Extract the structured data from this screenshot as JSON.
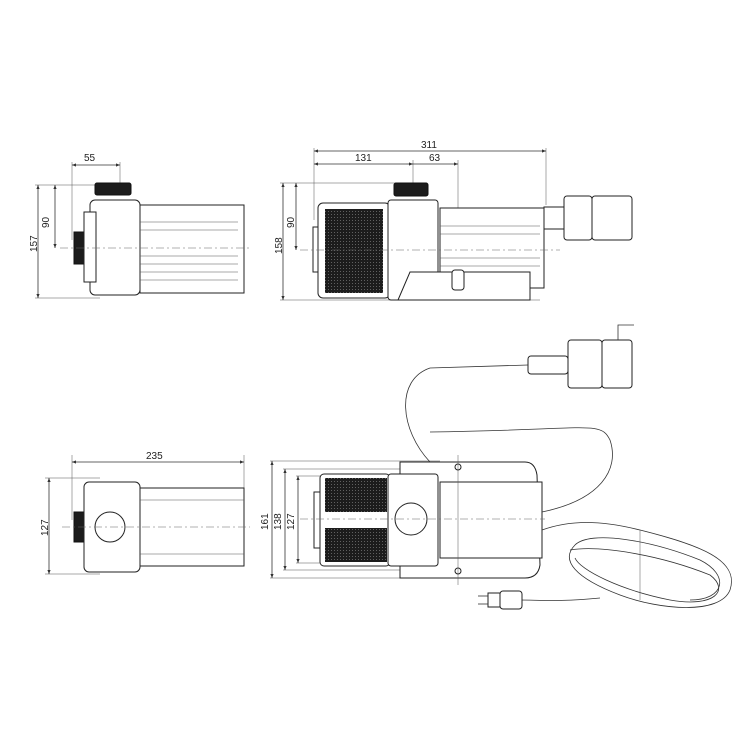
{
  "drawing": {
    "views": {
      "side_small": {
        "width_label": "55",
        "height_inner_label": "90",
        "height_total_label": "157"
      },
      "side_large": {
        "length_total_label": "311",
        "length_a_label": "131",
        "length_b_label": "63",
        "height_inner_label": "90",
        "height_total_label": "158"
      },
      "top_small": {
        "length_label": "235",
        "width_label": "127"
      },
      "top_large": {
        "width_total_label": "161",
        "width_mid_label": "138",
        "width_inner_label": "127"
      }
    },
    "colors": {
      "line": "#222222",
      "fill": "#ffffff",
      "filter": "#1c1c1c"
    }
  }
}
